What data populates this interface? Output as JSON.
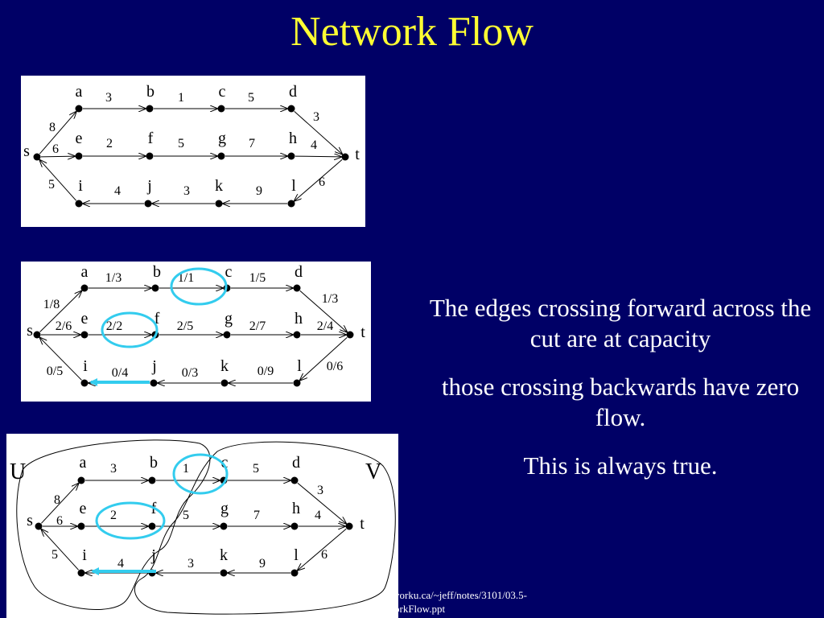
{
  "slide": {
    "title": "Network Flow",
    "explanation": [
      "The edges crossing forward across the cut are at capacity",
      "those crossing backwards have zero flow.",
      "This is always true."
    ],
    "source_lines": [
      "yorku.ca/~jeff/notes/3101/03.5-",
      "orkFlow.ppt"
    ]
  },
  "colors": {
    "background": "#000066",
    "title": "#ffff33",
    "text": "#ffffff",
    "highlight": "#33ccee"
  },
  "graph": {
    "nodes": [
      "s",
      "a",
      "b",
      "c",
      "d",
      "e",
      "f",
      "g",
      "h",
      "i",
      "j",
      "k",
      "l",
      "t"
    ],
    "edges": [
      {
        "from": "s",
        "to": "a"
      },
      {
        "from": "a",
        "to": "b"
      },
      {
        "from": "b",
        "to": "c"
      },
      {
        "from": "c",
        "to": "d"
      },
      {
        "from": "d",
        "to": "t"
      },
      {
        "from": "s",
        "to": "e"
      },
      {
        "from": "e",
        "to": "f"
      },
      {
        "from": "f",
        "to": "g"
      },
      {
        "from": "g",
        "to": "h"
      },
      {
        "from": "h",
        "to": "t"
      },
      {
        "from": "i",
        "to": "s"
      },
      {
        "from": "j",
        "to": "i"
      },
      {
        "from": "k",
        "to": "j"
      },
      {
        "from": "l",
        "to": "k"
      },
      {
        "from": "t",
        "to": "l"
      }
    ]
  },
  "diagrams": [
    {
      "edge_labels": [
        "8",
        "3",
        "1",
        "5",
        "3",
        "6",
        "2",
        "5",
        "7",
        "4",
        "5",
        "4",
        "3",
        "9",
        "6"
      ]
    },
    {
      "edge_labels": [
        "1/8",
        "1/3",
        "1/1",
        "1/5",
        "1/3",
        "2/6",
        "2/2",
        "2/5",
        "2/7",
        "2/4",
        "0/5",
        "0/4",
        "0/3",
        "0/9",
        "0/6"
      ]
    },
    {
      "edge_labels": [
        "8",
        "3",
        "1",
        "5",
        "3",
        "6",
        "2",
        "5",
        "7",
        "4",
        "5",
        "4",
        "3",
        "9",
        "6"
      ],
      "set_labels": [
        "U",
        "V"
      ]
    }
  ]
}
